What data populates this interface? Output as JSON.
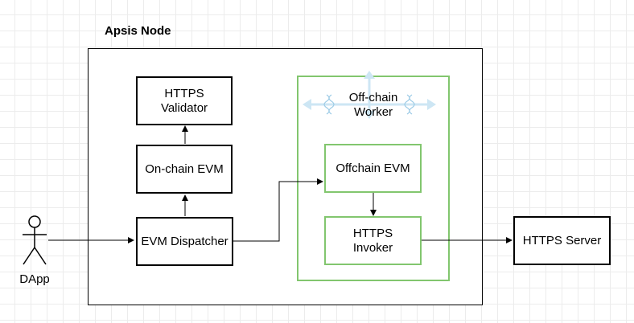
{
  "node": {
    "title": "Apsis Node"
  },
  "boxes": {
    "https_validator": "HTTPS\nValidator",
    "onchain_evm": "On-chain EVM",
    "evm_dispatcher": "EVM Dispatcher",
    "offchain_evm": "Offchain EVM",
    "https_invoker": "HTTPS\nInvoker",
    "https_server": "HTTPS Server"
  },
  "worker": {
    "label": "Off-chain\nWorker"
  },
  "actor": {
    "label": "DApp"
  },
  "colors": {
    "stroke": "#000000",
    "worker_border": "#82c66e",
    "worker_icon": "#cde6f4",
    "grid": "#ececec"
  }
}
